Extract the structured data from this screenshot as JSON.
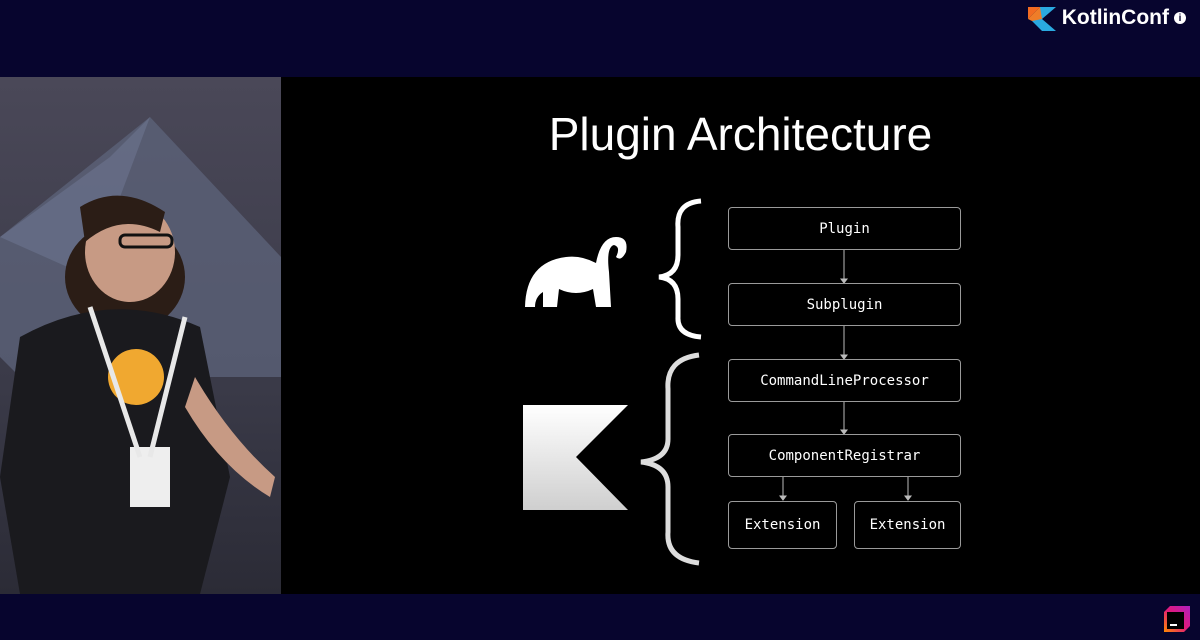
{
  "brand": {
    "name": "KotlinConf",
    "badge": "i"
  },
  "slide": {
    "title": "Plugin Architecture",
    "gradle_group": [
      "Plugin",
      "Subplugin"
    ],
    "kotlin_group": [
      "CommandLineProcessor",
      "ComponentRegistrar"
    ],
    "extensions": [
      "Extension",
      "Extension"
    ]
  },
  "icons": {
    "gradle": "gradle-elephant-icon",
    "kotlin": "kotlin-k-icon",
    "jetbrains": "jetbrains-logo-icon"
  }
}
